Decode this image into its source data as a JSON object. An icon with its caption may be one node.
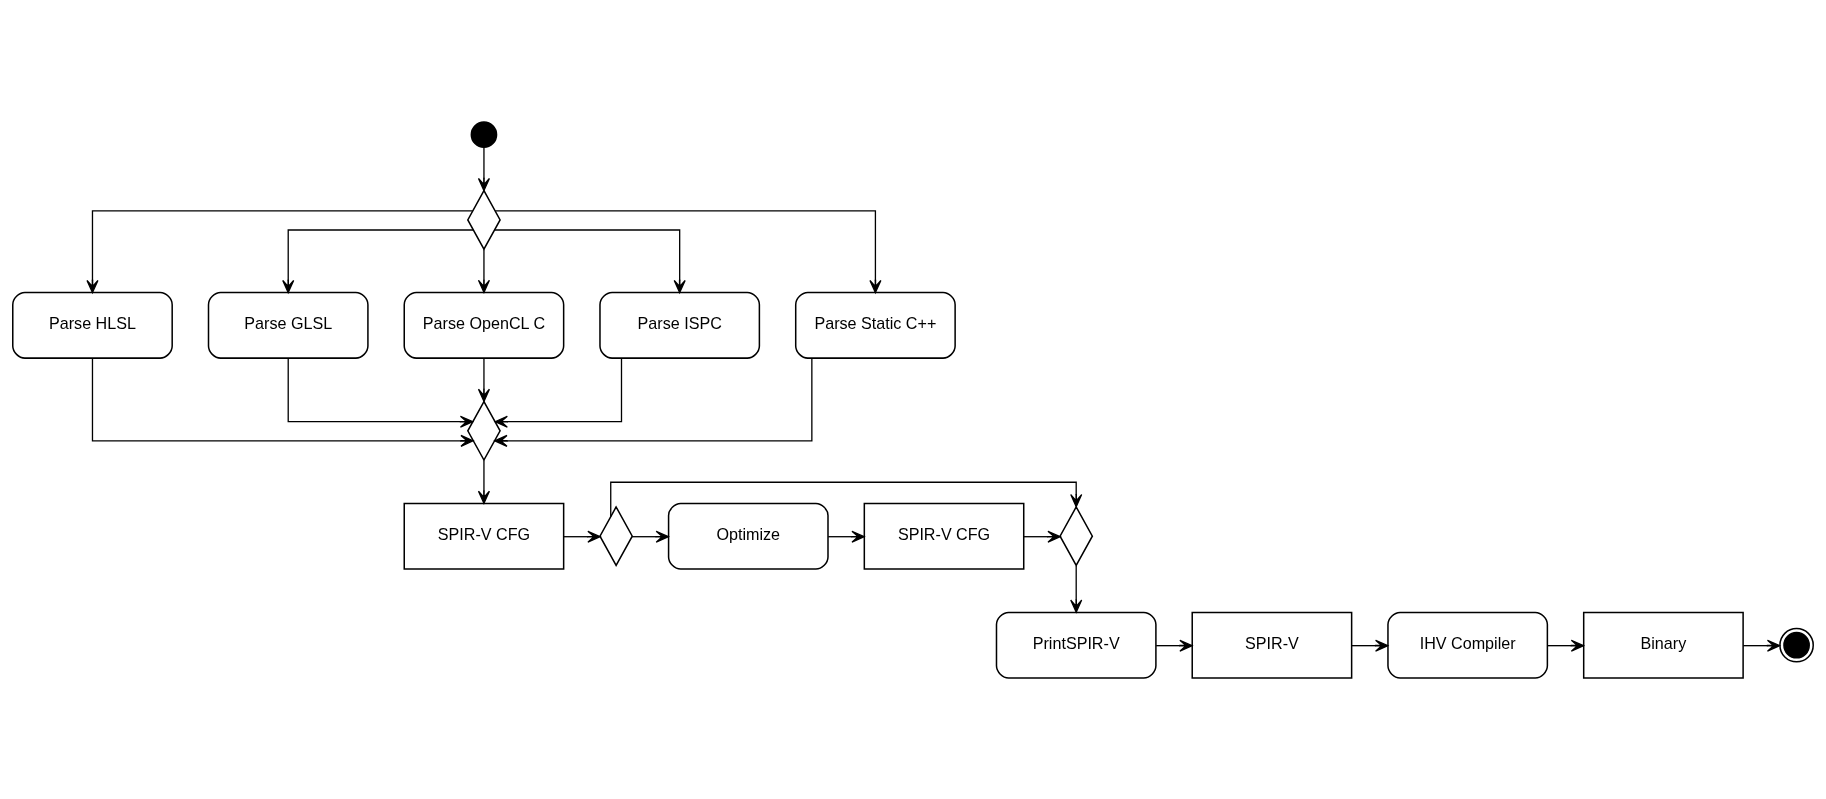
{
  "diagram": {
    "nodes": [
      {
        "text": [],
        "shape": "circle"
      },
      {
        "text": [],
        "shape": "diamond"
      },
      {
        "text": [
          "Parse HLSL"
        ]
      },
      {
        "text": [
          "Parse GLSL"
        ]
      },
      {
        "text": [
          "Parse OpenCL C"
        ]
      },
      {
        "text": [
          "Parse ISPC"
        ]
      },
      {
        "text": [
          "Parse Static C++"
        ]
      },
      {
        "text": [],
        "shape": "diamond"
      },
      {
        "text": [
          "SPIR-V CFG"
        ]
      },
      {
        "text": [],
        "shape": "diamond"
      },
      {
        "text": [
          "Optimize"
        ]
      },
      {
        "text": [
          "SPIR-V CFG"
        ]
      },
      {
        "text": [],
        "shape": "diamond"
      },
      {
        "text": [
          "PrintSPIR-V"
        ]
      },
      {
        "text": [
          "SPIR-V"
        ]
      },
      {
        "text": [
          "IHV Compiler"
        ]
      },
      {
        "text": [
          "Binary"
        ]
      },
      {
        "text": [],
        "shape": "circle"
      }
    ],
    "edges": [
      {
        "from": 0,
        "to": 1,
        "arrow": "to"
      },
      {
        "from": 1,
        "to": 2,
        "arrow": "to"
      },
      {
        "from": 1,
        "to": 3,
        "arrow": "to"
      },
      {
        "from": 1,
        "to": 4,
        "arrow": "to"
      },
      {
        "from": 1,
        "to": 5,
        "arrow": "to"
      },
      {
        "from": 1,
        "to": 6,
        "arrow": "to"
      },
      {
        "from": 2,
        "to": 7,
        "arrow": "to"
      },
      {
        "from": 3,
        "to": 7,
        "arrow": "to"
      },
      {
        "from": 4,
        "to": 7,
        "arrow": "to"
      },
      {
        "from": 5,
        "to": 7,
        "arrow": "to"
      },
      {
        "from": 6,
        "to": 7,
        "arrow": "to"
      },
      {
        "from": 7,
        "to": 8,
        "arrow": "to"
      },
      {
        "from": 8,
        "to": 9,
        "arrow": "to"
      },
      {
        "from": 9,
        "to": 10,
        "arrow": "to"
      },
      {
        "from": 9,
        "to": 12,
        "arrow": "to"
      },
      {
        "from": 10,
        "to": 11,
        "arrow": "to"
      },
      {
        "from": 11,
        "to": 12,
        "arrow": "to"
      },
      {
        "from": 12,
        "to": 13,
        "arrow": "to"
      },
      {
        "from": 13,
        "to": 14,
        "arrow": "to"
      },
      {
        "from": 14,
        "to": 15,
        "arrow": "to"
      },
      {
        "from": 15,
        "to": 16,
        "arrow": "to"
      },
      {
        "from": 16,
        "to": 17,
        "arrow": "to"
      }
    ]
  }
}
